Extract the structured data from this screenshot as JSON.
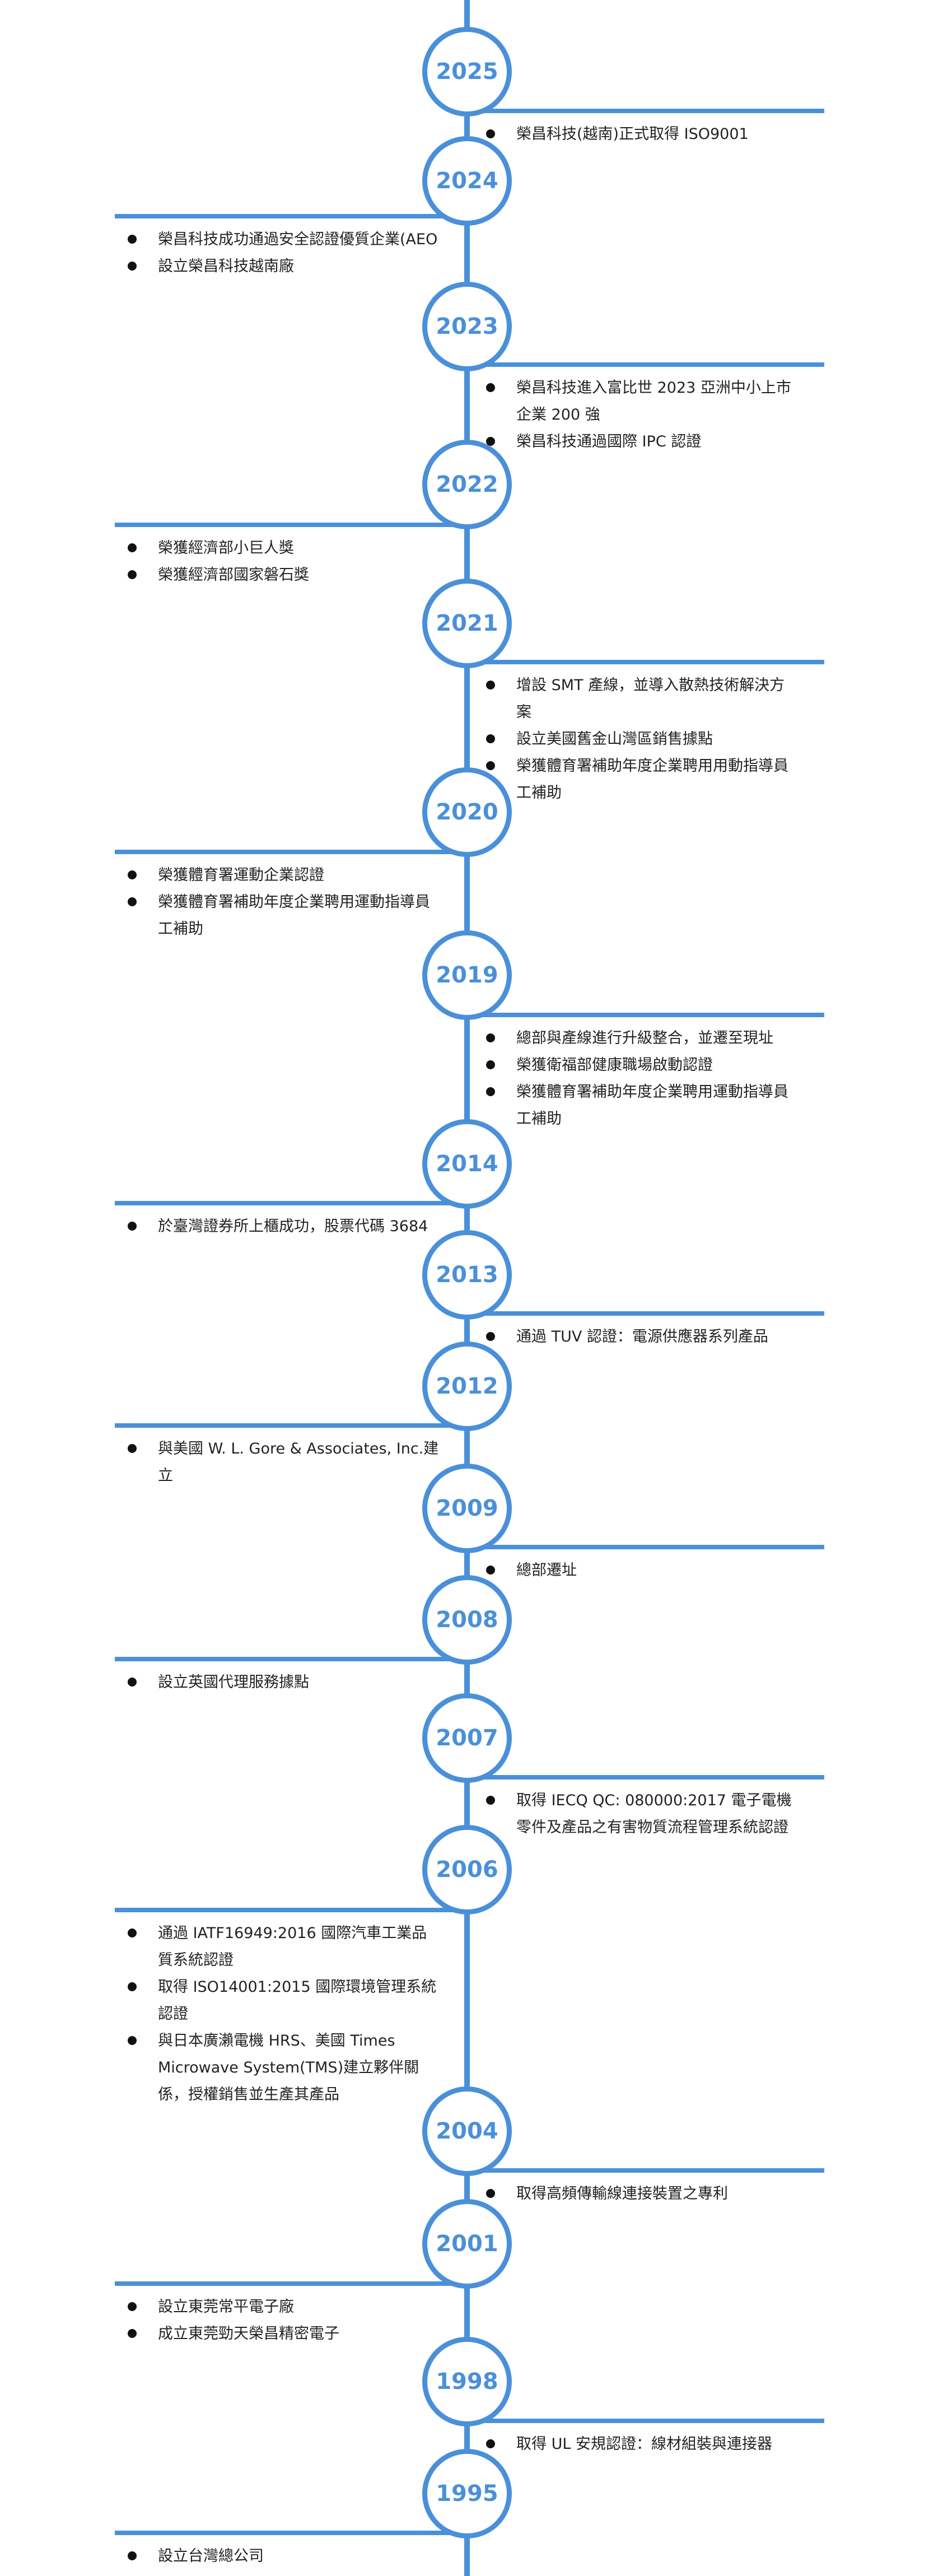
{
  "timeline": {
    "accent_color": "#4a90d9",
    "events": [
      {
        "year": "2025",
        "side": "right",
        "items": [
          "榮昌科技(越南)正式取得 ISO9001"
        ]
      },
      {
        "year": "2024",
        "side": "left",
        "items": [
          "榮昌科技成功通過安全認證優質企業(AEO",
          "設立榮昌科技越南廠"
        ]
      },
      {
        "year": "2023",
        "side": "right",
        "items": [
          "榮昌科技進入富比世 2023 亞洲中小上市企業 200 強",
          "榮昌科技通過國際 IPC 認證"
        ]
      },
      {
        "year": "2022",
        "side": "left",
        "items": [
          "榮獲經濟部小巨人獎",
          "榮獲經濟部國家磐石獎"
        ]
      },
      {
        "year": "2021",
        "side": "right",
        "items": [
          "增設 SMT 產線，並導入散熱技術解決方案",
          "設立美國舊金山灣區銷售據點",
          "榮獲體育署補助年度企業聘用用動指導員工補助"
        ]
      },
      {
        "year": "2020",
        "side": "left",
        "items": [
          "榮獲體育署運動企業認證",
          "榮獲體育署補助年度企業聘用運動指導員工補助"
        ]
      },
      {
        "year": "2019",
        "side": "right",
        "items": [
          "總部與產線進行升級整合，並遷至現址",
          "榮獲衛福部健康職場啟動認證",
          "榮獲體育署補助年度企業聘用運動指導員工補助"
        ]
      },
      {
        "year": "2014",
        "side": "left",
        "items": [
          "於臺灣證券所上櫃成功，股票代碼 3684"
        ]
      },
      {
        "year": "2013",
        "side": "right",
        "items": [
          "通過 TUV 認證：電源供應器系列產品"
        ]
      },
      {
        "year": "2012",
        "side": "left",
        "items": [
          "與美國 W. L. Gore & Associates, Inc.建立"
        ]
      },
      {
        "year": "2009",
        "side": "right",
        "items": [
          "總部遷址"
        ]
      },
      {
        "year": "2008",
        "side": "left",
        "items": [
          "設立英國代理服務據點"
        ]
      },
      {
        "year": "2007",
        "side": "right",
        "items": [
          "取得 IECQ QC: 080000:2017 電子電機零件及產品之有害物質流程管理系統認證"
        ]
      },
      {
        "year": "2006",
        "side": "left",
        "items": [
          "通過 IATF16949:2016 國際汽車工業品質系統認證",
          "取得 ISO14001:2015 國際環境管理系統認證",
          "與日本廣瀨電機 HRS、美國 Times Microwave System(TMS)建立夥伴關係，授權銷售並生產其產品"
        ]
      },
      {
        "year": "2004",
        "side": "right",
        "items": [
          "取得高頻傳輸線連接裝置之專利"
        ]
      },
      {
        "year": "2001",
        "side": "left",
        "items": [
          "設立東莞常平電子廠",
          "成立東莞勁天榮昌精密電子"
        ]
      },
      {
        "year": "1998",
        "side": "right",
        "items": [
          "取得 UL 安規認證：線材組裝與連接器"
        ]
      },
      {
        "year": "1995",
        "side": "left",
        "items": [
          "設立台灣總公司"
        ]
      }
    ]
  }
}
